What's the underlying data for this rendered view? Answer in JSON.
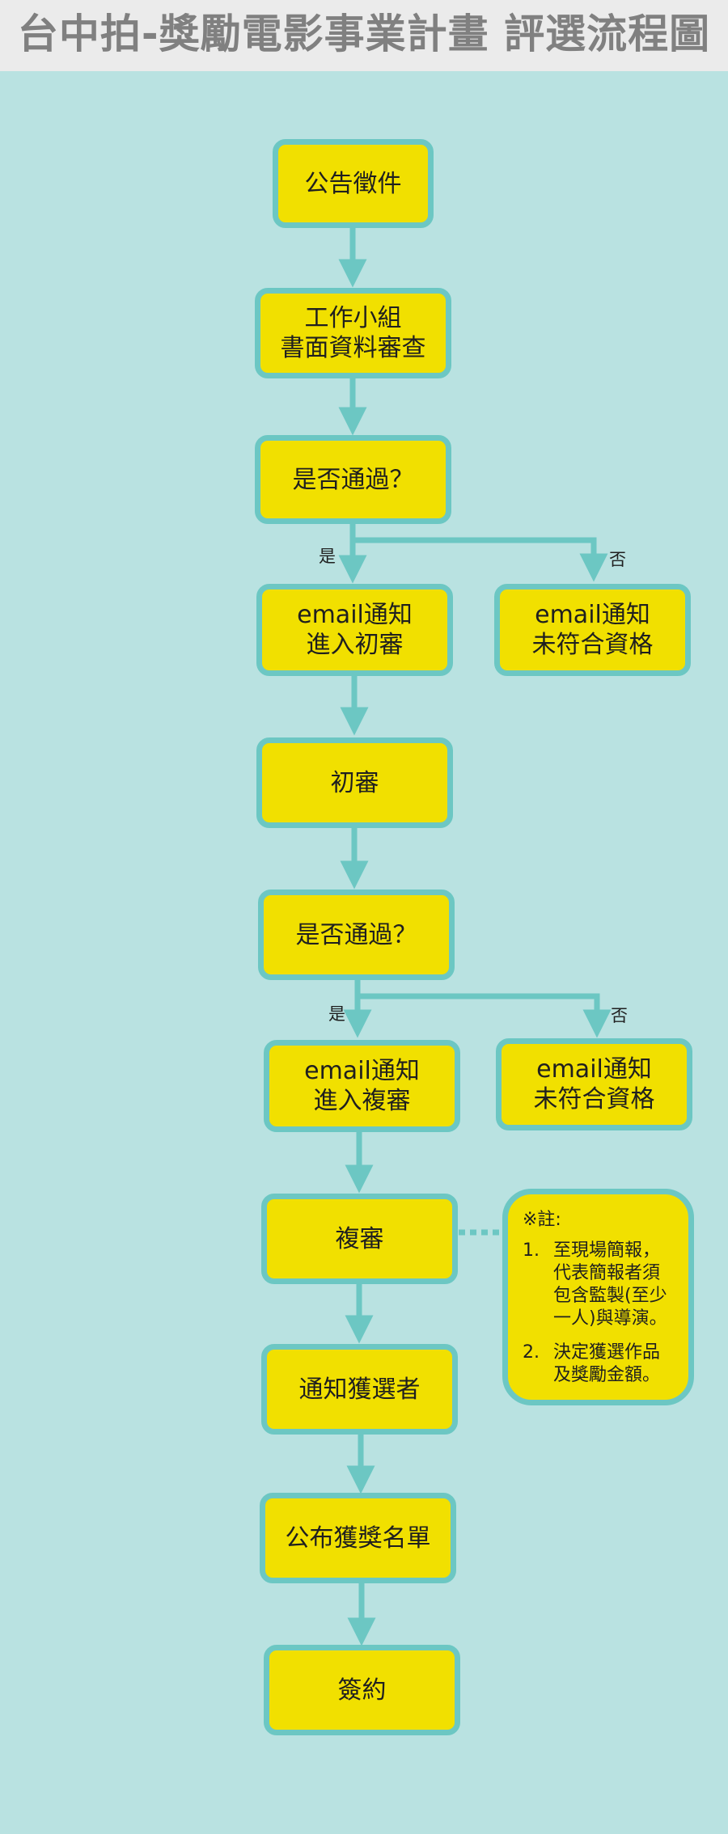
{
  "title": "台中拍-獎勵電影事業計畫 評選流程圖",
  "colors": {
    "background": "#b9e2e1",
    "header": "#ebebeb",
    "box_fill": "#f1e000",
    "box_border": "#6cc7c3",
    "title_text": "#808080"
  },
  "nodes": {
    "announce": "公告徵件",
    "review_line1": "工作小組",
    "review_line2": "書面資料審查",
    "pass_q1": "是否通過？",
    "notify_prelim_line1": "email通知",
    "notify_prelim_line2": "進入初審",
    "reject1_line1": "email通知",
    "reject1_line2": "未符合資格",
    "prelim": "初審",
    "pass_q2": "是否通過？",
    "notify_second_line1": "email通知",
    "notify_second_line2": "進入複審",
    "reject2_line1": "email通知",
    "reject2_line2": "未符合資格",
    "second_review": "複審",
    "notify_winners": "通知獲選者",
    "publish_list": "公布獲獎名單",
    "contract": "簽約"
  },
  "branch_labels": {
    "yes1": "是",
    "no1": "否",
    "yes2": "是",
    "no2": "否"
  },
  "note": {
    "title": "※註:",
    "items": [
      {
        "num": "1.",
        "text": "至現場簡報，代表簡報者須包含監製(至少一人)與導演。"
      },
      {
        "num": "2.",
        "text": "決定獲選作品及獎勵金額。"
      }
    ]
  }
}
